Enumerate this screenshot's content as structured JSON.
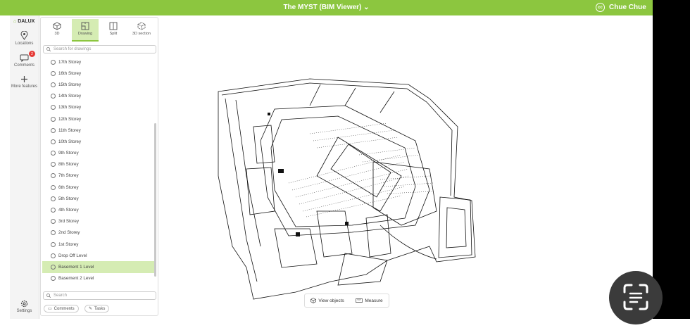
{
  "app": {
    "title": "The MYST (BIM Viewer)",
    "title_chevron": "⌄",
    "user_name": "Chue Chue",
    "user_initials": "cc",
    "brand": "DALUX",
    "accent_color": "#8cc63f"
  },
  "nav": {
    "locations": "Locations",
    "comments": "Comments",
    "comments_badge": "2",
    "more": "More features",
    "settings": "Settings"
  },
  "views": {
    "tab_3d": "3D",
    "tab_drawing": "Drawing",
    "tab_split": "Split",
    "tab_3dsection": "3D section",
    "active": "Drawing"
  },
  "drawings": {
    "search_placeholder": "Search for drawings",
    "levels": [
      "17th Storey",
      "16th Storey",
      "15th Storey",
      "14th Storey",
      "13th Storey",
      "12th Storey",
      "11th Storey",
      "10th Storey",
      "9th Storey",
      "8th Storey",
      "7th Storey",
      "6th Storey",
      "5th Storey",
      "4th Storey",
      "3rd Storey",
      "2nd Storey",
      "1st Storey",
      "Drop Off Level",
      "Basement 1 Level",
      "Basement 2 Level"
    ],
    "selected": "Basement 1 Level"
  },
  "footer": {
    "search_placeholder": "Search",
    "comments_chip": "Comments",
    "tasks_chip": "Tasks"
  },
  "toolbar": {
    "view_objects": "View objects",
    "measure": "Measure"
  }
}
